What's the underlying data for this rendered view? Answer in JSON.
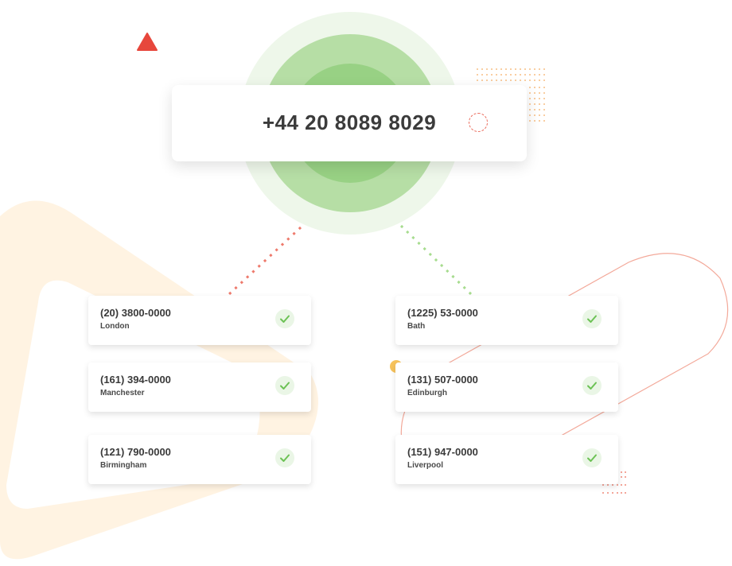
{
  "main": {
    "phone_number": "+44 20 8089 8029",
    "status_icon": "loading-spinner-icon"
  },
  "numbers_left": [
    {
      "number": "(20) 3800-0000",
      "city": "London",
      "status_icon": "check-icon"
    },
    {
      "number": "(161) 394-0000",
      "city": "Manchester",
      "status_icon": "check-icon"
    },
    {
      "number": "(121) 790-0000",
      "city": "Birmingham",
      "status_icon": "check-icon"
    }
  ],
  "numbers_right": [
    {
      "number": "(1225) 53-0000",
      "city": "Bath",
      "status_icon": "check-icon"
    },
    {
      "number": "(131) 507-0000",
      "city": "Edinburgh",
      "status_icon": "check-icon"
    },
    {
      "number": "(151) 947-0000",
      "city": "Liverpool",
      "status_icon": "check-icon"
    }
  ],
  "colors": {
    "accent_red": "#e7473c",
    "accent_green": "#7ccc63",
    "accent_orange": "#f7c35c",
    "soft_peach": "#fff3e2",
    "text_dark": "#3b3b3b"
  }
}
